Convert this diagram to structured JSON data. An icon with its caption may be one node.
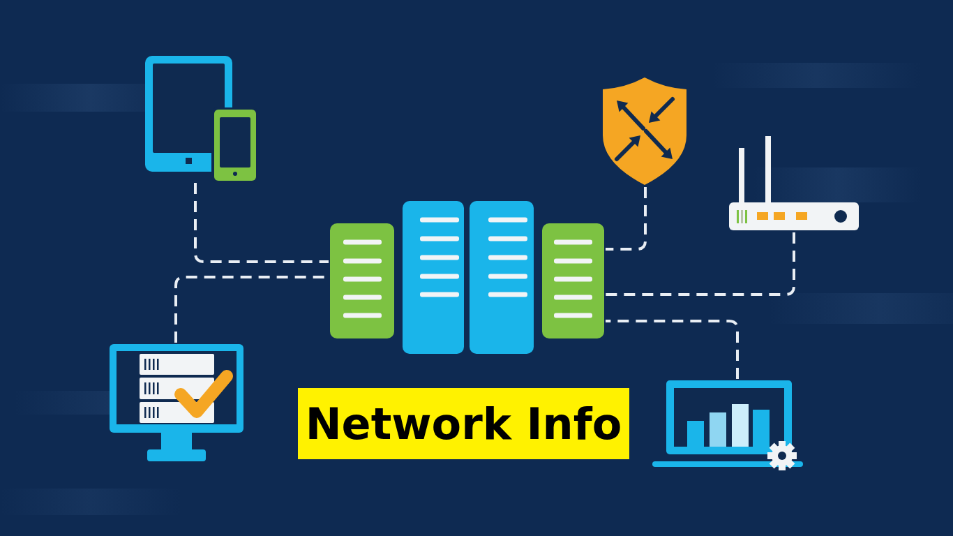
{
  "diagram": {
    "title": "Network Info",
    "nodes": [
      {
        "text": [],
        "shape": "picture"
      },
      {
        "text": [],
        "shape": "picture"
      },
      {
        "text": [],
        "shape": "picture"
      },
      {
        "text": [],
        "shape": "picture"
      },
      {
        "text": [],
        "shape": "picture"
      },
      {
        "text": [],
        "shape": "picture"
      }
    ],
    "edges": [
      {
        "from": 0,
        "to": 2,
        "arrow": "none",
        "style": "dashed"
      },
      {
        "from": 1,
        "to": 2,
        "arrow": "none",
        "style": "dashed"
      },
      {
        "from": 3,
        "to": 2,
        "arrow": "none",
        "style": "dashed"
      },
      {
        "from": 4,
        "to": 2,
        "arrow": "none",
        "style": "dashed"
      },
      {
        "from": 5,
        "to": 2,
        "arrow": "none",
        "style": "dashed"
      }
    ]
  }
}
